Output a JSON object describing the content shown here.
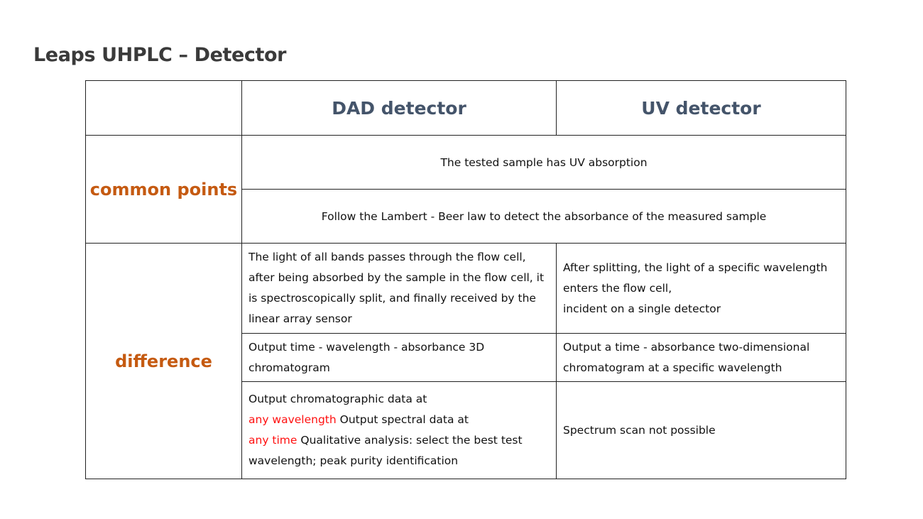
{
  "slide": {
    "title": "Leaps UHPLC – Detector"
  },
  "table": {
    "headers": {
      "corner": "",
      "dad": "DAD detector",
      "uv": "UV detector"
    },
    "common_points": {
      "label": "common points",
      "rows": [
        "The tested sample has UV absorption",
        "Follow the Lambert - Beer law to detect the absorbance of the measured sample"
      ]
    },
    "difference": {
      "label": "difference",
      "rows": [
        {
          "dad_lines": [
            "The light of all bands passes through the flow cell,",
            "after being absorbed by the sample in the flow cell, it",
            "is spectroscopically split, and finally received by the",
            "linear array sensor"
          ],
          "uv_lines": [
            "After splitting, the light of a specific wavelength",
            "enters the flow cell,",
            "incident on a single detector"
          ]
        },
        {
          "dad_lines": [
            "Output time - wavelength - absorbance 3D",
            "chromatogram"
          ],
          "uv_lines": [
            "Output a time - absorbance two-dimensional",
            "chromatogram at a specific wavelength"
          ]
        },
        {
          "dad_line1": "Output chromatographic data at",
          "dad_hl1": "any wavelength",
          "dad_line2_rest": " Output spectral data at",
          "dad_hl2": "any time",
          "dad_line3_rest": " Qualitative analysis: select the best test",
          "dad_line4": "wavelength; peak purity identification",
          "uv_text": "Spectrum scan not possible"
        }
      ]
    }
  },
  "colors": {
    "title": "#3a3a3a",
    "header_text": "#44546a",
    "row_label": "#c55a11",
    "highlight": "#ff1010",
    "border": "#222222"
  }
}
